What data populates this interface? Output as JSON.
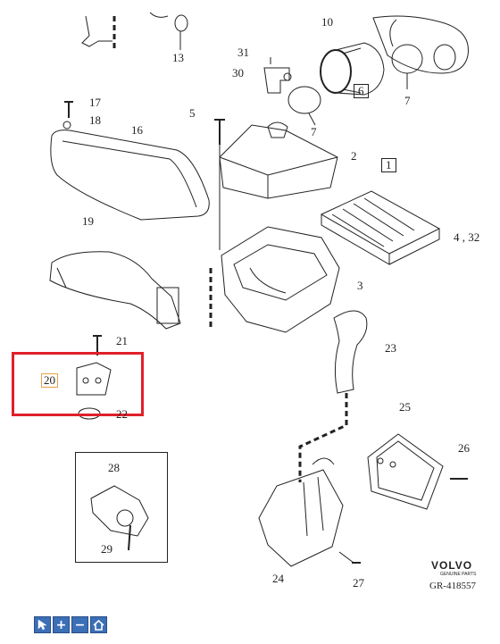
{
  "labels": {
    "l1": "1",
    "l2": "2",
    "l3": "3",
    "l432": "4 , 32",
    "l5": "5",
    "l6": "6",
    "l7a": "7",
    "l7b": "7",
    "l10": "10",
    "l13": "13",
    "l16": "16",
    "l17": "17",
    "l18": "18",
    "l19": "19",
    "l20": "20",
    "l21": "21",
    "l22": "22",
    "l23": "23",
    "l24": "24",
    "l25": "25",
    "l26": "26",
    "l27": "27",
    "l28": "28",
    "l29": "29",
    "l30": "30",
    "l31": "31"
  },
  "brand": {
    "name": "VOLVO",
    "sub": "GENUINE PARTS"
  },
  "code": "GR-418557",
  "toolbar": {
    "pointer_icon": "cursor-icon",
    "zoom_in_icon": "plus-icon",
    "zoom_out_icon": "minus-icon",
    "home_icon": "home-icon",
    "zoom_in_glyph": "+",
    "zoom_out_glyph": "−"
  },
  "colors": {
    "highlight": "#e0202a",
    "toolbar": "#3b6fb6",
    "selected": "#e8a24a"
  }
}
